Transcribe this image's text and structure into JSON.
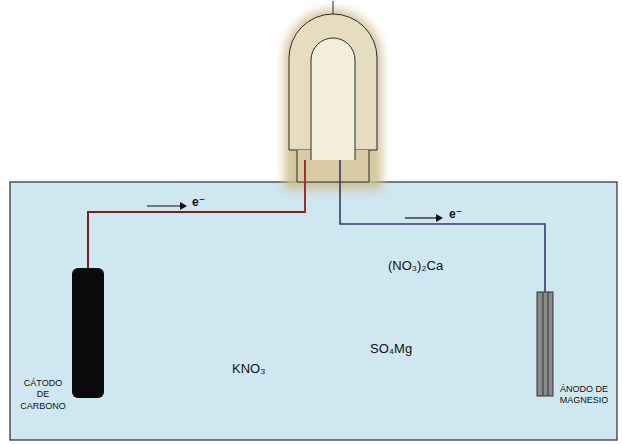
{
  "diagram": {
    "labels": [
      "e⁻",
      "e⁻",
      "(NO₃)₂Ca",
      "KNO₃",
      "SO₄Mg",
      "CÁTODO DE CARBONO",
      "ÁNODO DE MAGNESIO"
    ]
  }
}
